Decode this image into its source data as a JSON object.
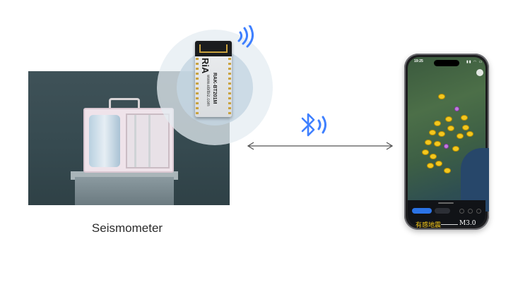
{
  "caption": "Seismometer",
  "module": {
    "logo": "RiA",
    "model": "RAK-BT201M",
    "site": "www.ebitbiz.com"
  },
  "phone": {
    "status_time": "19:25",
    "status_icons": "▮▮ ◠ ▭",
    "sheet_left_label": "有感地震",
    "sheet_right_label": "M3.0"
  },
  "icons": {
    "bluetooth": "bluetooth-icon",
    "wifi": "wireless-signal-icon",
    "arrow": "bidirectional-arrow-icon"
  },
  "colors": {
    "signal": "#3f80ff",
    "marker": "#f4c81f",
    "marker_alt": "#c27be0"
  }
}
